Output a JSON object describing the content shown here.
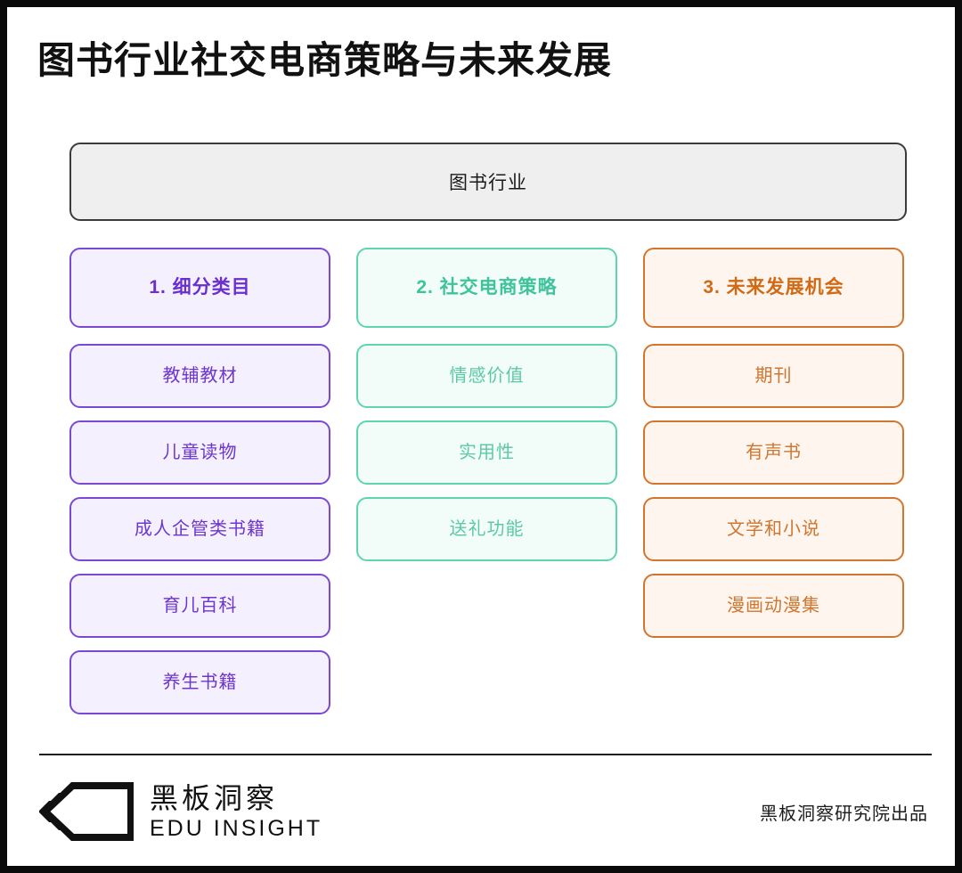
{
  "page": {
    "title": "图书行业社交电商策略与未来发展",
    "border_color": "#0a0a0a",
    "background": "#ffffff"
  },
  "root": {
    "label": "图书行业",
    "fill": "#efefef",
    "border": "#3b3b3b"
  },
  "columns": [
    {
      "id": "segments",
      "accent": "#7a49d4",
      "fill": "#f5f0fd",
      "header": "1. 细分类目",
      "items": [
        "教辅教材",
        "儿童读物",
        "成人企管类书籍",
        "育儿百科",
        "养生书籍"
      ]
    },
    {
      "id": "social-commerce-strategy",
      "accent": "#5fd4ae",
      "fill": "#f2fdf9",
      "header": "2. 社交电商策略",
      "items": [
        "情感价值",
        "实用性",
        "送礼功能"
      ]
    },
    {
      "id": "future-opportunities",
      "accent": "#d4752e",
      "fill": "#fdf5ee",
      "header": "3. 未来发展机会",
      "items": [
        "期刊",
        "有声书",
        "文学和小说",
        "漫画动漫集"
      ]
    }
  ],
  "footer": {
    "brand_cn": "黑板洞察",
    "brand_en": "EDU INSIGHT",
    "credit": "黑板洞察研究院出品",
    "logo_icon": "eye-logo-icon"
  }
}
